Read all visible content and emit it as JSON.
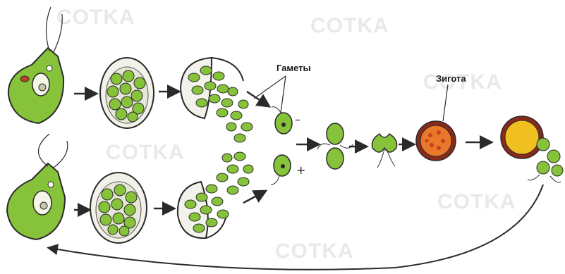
{
  "labels": {
    "gametes": "Гаметы",
    "zygote": "Зигота",
    "minus": "–",
    "plus": "+"
  },
  "watermark": "COTKA",
  "colors": {
    "cell_green": "#86c23a",
    "cell_dark_green": "#5f9a24",
    "outline": "#2a2a2a",
    "zygote_orange": "#e8782a",
    "zygote_red": "#8a2a1a",
    "yellow": "#f0c020"
  }
}
